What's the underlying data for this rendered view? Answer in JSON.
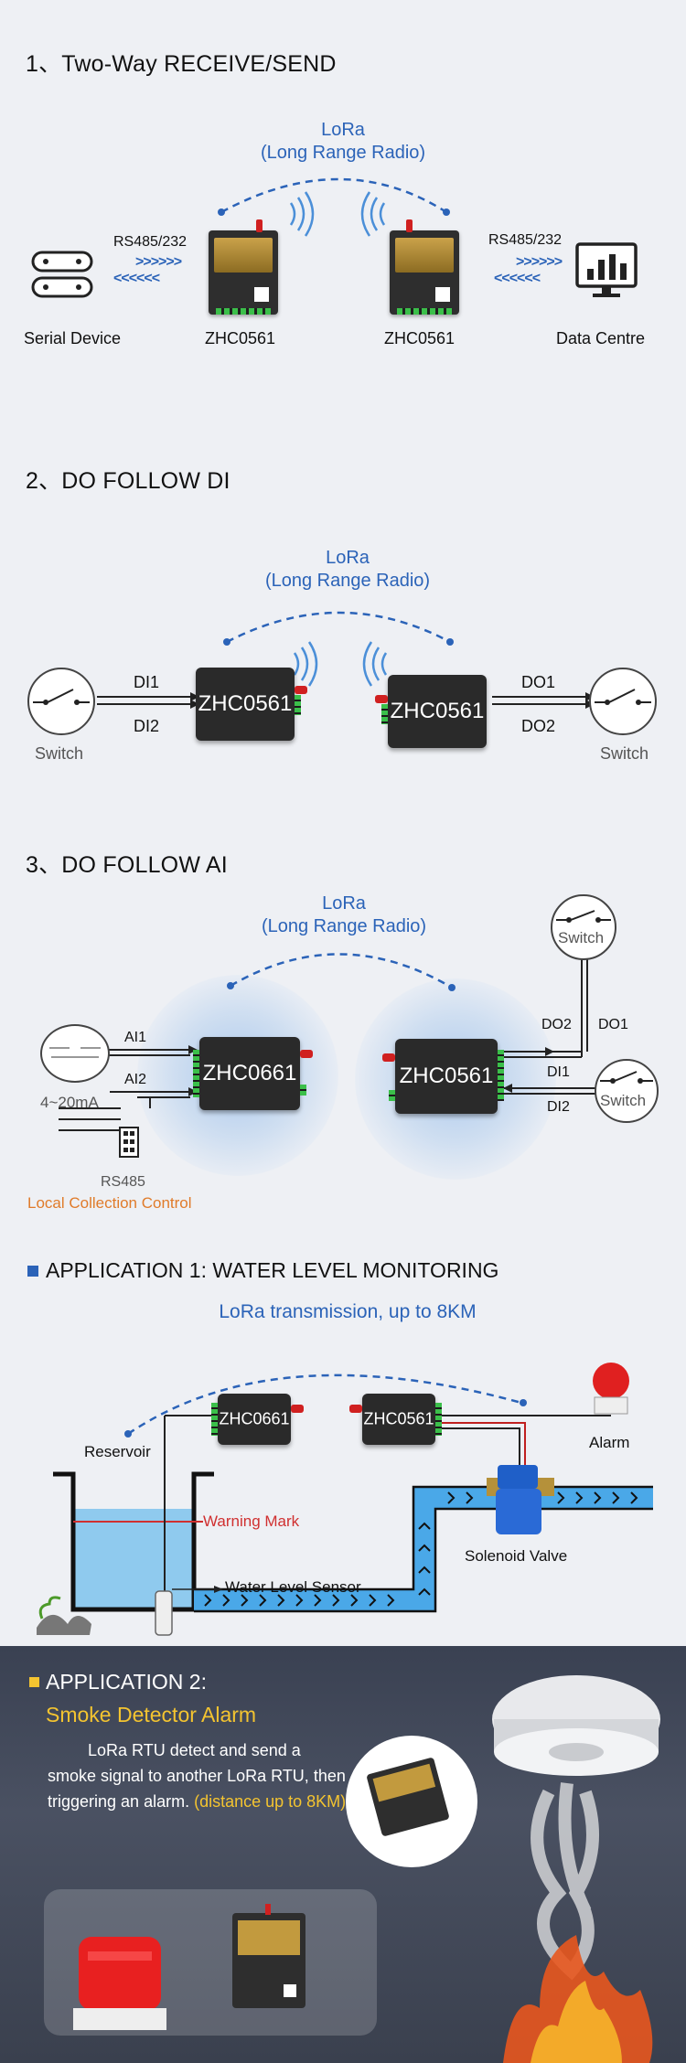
{
  "section1": {
    "title": "1、Two-Way  RECEIVE/SEND",
    "lora_line1": "LoRa",
    "lora_line2": "(Long Range Radio)",
    "left_protocol": "RS485/232",
    "right_protocol": "RS485/232",
    "arrows_right": ">>>>>>",
    "arrows_left": "<<<<<<",
    "serial_device": "Serial Device",
    "device_left": "ZHC0561",
    "device_right": "ZHC0561",
    "data_centre": "Data Centre"
  },
  "section2": {
    "title": "2、DO FOLLOW DI",
    "lora_line1": "LoRa",
    "lora_line2": "(Long Range Radio)",
    "di1": "DI1",
    "di2": "DI2",
    "do1": "DO1",
    "do2": "DO2",
    "device_left": "ZHC0561",
    "device_right": "ZHC0561",
    "switch_left": "Switch",
    "switch_right": "Switch"
  },
  "section3": {
    "title": "3、DO FOLLOW AI",
    "lora_line1": "LoRa",
    "lora_line2": "(Long Range Radio)",
    "ai1": "AI1",
    "ai2": "AI2",
    "range": "4~20mA",
    "rs485": "RS485",
    "local": "Local Collection Control",
    "device_left": "ZHC0661",
    "device_right": "ZHC0561",
    "do2": "DO2",
    "do1": "DO1",
    "di1": "DI1",
    "di2": "DI2",
    "switch_top": "Switch",
    "switch_bottom": "Switch"
  },
  "app1": {
    "title": "APPLICATION 1: WATER LEVEL MONITORING",
    "transmission": "LoRa transmission, up to 8KM",
    "reservoir": "Reservoir",
    "device_left": "ZHC0661",
    "device_right": "ZHC0561",
    "alarm": "Alarm",
    "warning": "Warning Mark",
    "valve": "Solenoid Valve",
    "sensor": "Water Level Sensor"
  },
  "app2": {
    "title": "APPLICATION 2:",
    "subtitle": "Smoke Detector Alarm",
    "body": "LoRa RTU detect and send a smoke signal to another LoRa RTU, then triggering an alarm.",
    "distance": "(distance up to 8KM)"
  },
  "colors": {
    "accent_blue": "#2b63b8",
    "orange": "#e07b2a",
    "warning_red": "#d03030",
    "yellow": "#f4c430"
  }
}
